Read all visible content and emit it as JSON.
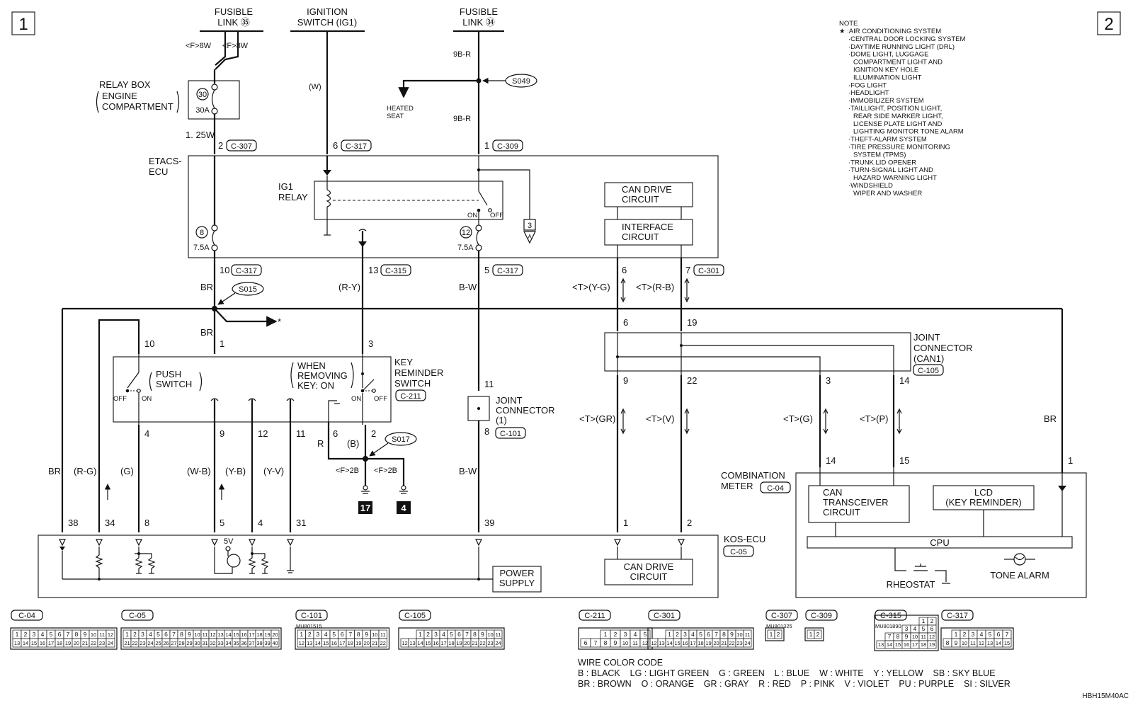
{
  "page": {
    "left_tag": "1",
    "right_tag": "2",
    "code": "HBH15M40AC"
  },
  "note": {
    "title": "NOTE",
    "items": [
      "★ :AIR CONDITIONING SYSTEM",
      "·CENTRAL DOOR LOCKING SYSTEM",
      "·DAYTIME RUNNING LIGHT (DRL)",
      "·DOME LIGHT, LUGGAGE",
      "COMPARTMENT LIGHT AND",
      "IGNITION KEY HOLE",
      "ILLUMINATION LIGHT",
      "·FOG LIGHT",
      "·HEADLIGHT",
      "·IMMOBILIZER SYSTEM",
      "·TAILLIGHT, POSITION LIGHT,",
      "REAR SIDE MARKER LIGHT,",
      "LICENSE PLATE LIGHT AND",
      "LIGHTING MONITOR TONE ALARM",
      "·THEFT-ALARM SYSTEM",
      "·TIRE PRESSURE MONITORING",
      "SYSTEM (TPMS)",
      "·TRUNK LID OPENER",
      "·TURN-SIGNAL LIGHT AND",
      "HAZARD WARNING LIGHT",
      "·WINDSHIELD",
      "WIPER AND WASHER"
    ]
  },
  "top": {
    "fusible36": [
      "FUSIBLE",
      "LINK ㉟"
    ],
    "ign": [
      "IGNITION",
      "SWITCH (IG1)"
    ],
    "fusible34": [
      "FUSIBLE",
      "LINK ㉞"
    ],
    "f8w_a": "<F>8W",
    "f8w_b": "<F>8W",
    "w": "(W)",
    "b9r_1": "9B-R",
    "b9r_2": "9B-R",
    "s049": "S049",
    "heated": [
      "HEATED",
      "SEAT"
    ]
  },
  "relay_box": {
    "lines": [
      "RELAY BOX",
      "ENGINE",
      "COMPARTMENT"
    ],
    "num": "30",
    "amp": "30A",
    "wire": "1. 25W"
  },
  "etacs": {
    "label": [
      "ETACS-",
      "ECU"
    ],
    "pin_c307": "2",
    "c307": "C-307",
    "pin_c317a": "6",
    "c317a": "C-317",
    "pin_c309": "1",
    "c309": "C-309",
    "ig1": [
      "IG1",
      "RELAY"
    ],
    "on": "ON",
    "off": "OFF",
    "fuse8": "8",
    "fuse8a": "7.5A",
    "fuse12": "12",
    "fuse12a": "7.5A",
    "ref3": "3",
    "refA": "A",
    "can_drive": [
      "CAN DRIVE",
      "CIRCUIT"
    ],
    "interface": [
      "INTERFACE",
      "CIRCUIT"
    ],
    "p10": "10",
    "c317b": "C-317",
    "p13": "13",
    "c315": "C-315",
    "p5": "5",
    "c317c": "C-317",
    "p6": "6",
    "p7": "7",
    "c301": "C-301"
  },
  "mid": {
    "br": "BR",
    "s015": "S015",
    "ry": "(R-Y)",
    "bw": "B-W",
    "tyg": "<T>(Y-G)",
    "trb": "<T>(R-B)",
    "star": "*",
    "p10": "10",
    "br2": "BR",
    "p1": "1",
    "p3": "3",
    "p6": "6",
    "p19": "19"
  },
  "key_switch": {
    "name": [
      "KEY",
      "REMINDER",
      "SWITCH"
    ],
    "conn": "C-211",
    "push": [
      "PUSH",
      "SWITCH"
    ],
    "when": [
      "WHEN",
      "REMOVING",
      "KEY: ON"
    ],
    "off": "OFF",
    "on": "ON",
    "on2": "ON",
    "off2": "OFF",
    "p4": "4",
    "p9": "9",
    "p12": "12",
    "p11": "11",
    "p6": "6",
    "p2": "2",
    "r": "R",
    "b": "(B)",
    "s017": "S017",
    "f2b_a": "<F>2B",
    "f2b_b": "<F>2B",
    "g17": "17",
    "g4": "4"
  },
  "joint1": {
    "name": [
      "JOINT",
      "CONNECTOR",
      "(1)"
    ],
    "conn": "C-101",
    "p11": "11",
    "p8": "8",
    "bw": "B-W",
    "p39": "39"
  },
  "joint_can": {
    "name": [
      "JOINT",
      "CONNECTOR",
      "(CAN1)"
    ],
    "conn": "C-105",
    "p9": "9",
    "p22": "22",
    "p3": "3",
    "p14": "14",
    "tgr": "<T>(GR)",
    "tv": "<T>(V)",
    "tg": "<T>(G)",
    "tp": "<T>(P)",
    "br": "BR"
  },
  "wires_low": {
    "br": "BR",
    "rg": "(R-G)",
    "g": "(G)",
    "wb": "(W-B)",
    "yb": "(Y-B)",
    "yv": "(Y-V)",
    "p38": "38",
    "p34": "34",
    "p8": "8",
    "p5": "5",
    "p4": "4",
    "p31": "31",
    "p1": "1",
    "p2": "2"
  },
  "kos": {
    "name": "KOS-ECU",
    "conn": "C-05",
    "v5": "5V",
    "power": [
      "POWER",
      "SUPPLY"
    ],
    "can": [
      "CAN DRIVE",
      "CIRCUIT"
    ]
  },
  "meter": {
    "name": [
      "COMBINATION",
      "METER"
    ],
    "conn": "C-04",
    "p14": "14",
    "p15": "15",
    "p1": "1",
    "can": [
      "CAN",
      "TRANSCEIVER",
      "CIRCUIT"
    ],
    "lcd": [
      "LCD",
      "(KEY REMINDER)"
    ],
    "cpu": "CPU",
    "rheostat": "RHEOSTAT",
    "tone": "TONE ALARM"
  },
  "connectors": [
    {
      "id": "C-04",
      "part": "",
      "rows": [
        [
          "1",
          "2",
          "3",
          "4",
          "5",
          "6",
          "7",
          "8",
          "9",
          "10",
          "11",
          "12"
        ],
        [
          "13",
          "14",
          "15",
          "16",
          "17",
          "18",
          "19",
          "20",
          "21",
          "22",
          "23",
          "24"
        ]
      ]
    },
    {
      "id": "C-05",
      "part": "",
      "rows": [
        [
          "1",
          "2",
          "3",
          "4",
          "5",
          "6",
          "7",
          "8",
          "9",
          "10",
          "11",
          "12",
          "13",
          "14",
          "15",
          "16",
          "17",
          "18",
          "19",
          "20"
        ],
        [
          "21",
          "22",
          "23",
          "24",
          "25",
          "26",
          "27",
          "28",
          "29",
          "30",
          "31",
          "32",
          "33",
          "34",
          "35",
          "36",
          "37",
          "38",
          "39",
          "40"
        ]
      ]
    },
    {
      "id": "C-101",
      "part": "MU801515",
      "rows": [
        [
          "1",
          "2",
          "3",
          "4",
          "5",
          "6",
          "7",
          "8",
          "9",
          "10",
          "11"
        ],
        [
          "12",
          "13",
          "14",
          "15",
          "16",
          "17",
          "18",
          "19",
          "20",
          "21",
          "22"
        ]
      ]
    },
    {
      "id": "C-105",
      "part": "",
      "rows": [
        [
          "1",
          "2",
          "3",
          "4",
          "5",
          "6",
          "7",
          "8",
          "9",
          "10",
          "11"
        ],
        [
          "12",
          "13",
          "14",
          "15",
          "16",
          "17",
          "18",
          "19",
          "20",
          "21",
          "22",
          "23",
          "24"
        ]
      ]
    },
    {
      "id": "C-211",
      "part": "",
      "rows": [
        [
          "1",
          "2",
          "3",
          "4",
          "5"
        ],
        [
          "6",
          "7",
          "8",
          "9",
          "10",
          "11",
          "12"
        ]
      ]
    },
    {
      "id": "C-301",
      "part": "",
      "rows": [
        [
          "1",
          "2",
          "3",
          "4",
          "5",
          "6",
          "7",
          "8",
          "9",
          "10",
          "11"
        ],
        [
          "12",
          "13",
          "14",
          "15",
          "16",
          "17",
          "18",
          "19",
          "20",
          "21",
          "22",
          "23",
          "24"
        ]
      ]
    },
    {
      "id": "C-307",
      "part": "MU801325",
      "rows": [
        [
          "1",
          "2"
        ]
      ]
    },
    {
      "id": "C-309",
      "part": "",
      "rows": [
        [
          "1",
          "2"
        ]
      ]
    },
    {
      "id": "C-315",
      "part": "MU801890",
      "rows": [
        [
          "1",
          "2"
        ],
        [
          "3",
          "4",
          "5",
          "6"
        ],
        [
          "7",
          "8",
          "9",
          "10",
          "11",
          "12"
        ],
        [
          "13",
          "14",
          "15",
          "16",
          "17",
          "18",
          "19"
        ]
      ]
    },
    {
      "id": "C-317",
      "part": "",
      "rows": [
        [
          "1",
          "2",
          "3",
          "4",
          "5",
          "6",
          "7"
        ],
        [
          "8",
          "9",
          "10",
          "11",
          "12",
          "13",
          "14",
          "15"
        ]
      ]
    }
  ],
  "color_code": {
    "title": "WIRE COLOR CODE",
    "row1": "B : BLACK    LG : LIGHT GREEN    G : GREEN    L : BLUE    W : WHITE    Y : YELLOW    SB : SKY BLUE",
    "row2": "BR : BROWN    O : ORANGE    GR : GRAY    R : RED    P : PINK    V : VIOLET    PU : PURPLE    SI : SILVER"
  }
}
